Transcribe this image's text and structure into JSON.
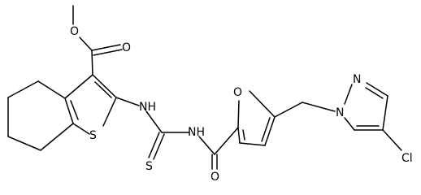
{
  "molecule": {
    "atoms": {
      "ester_o_methyl": "O",
      "ester_o_carbonyl": "O",
      "thiophene_s": "S",
      "nh_left": "NH",
      "thiourea_s": "S",
      "nh_right": "NH",
      "furan_o": "O",
      "amide_o": "O",
      "pyrazole_n1": "N",
      "pyrazole_n2": "N",
      "chlorine": "Cl"
    }
  }
}
